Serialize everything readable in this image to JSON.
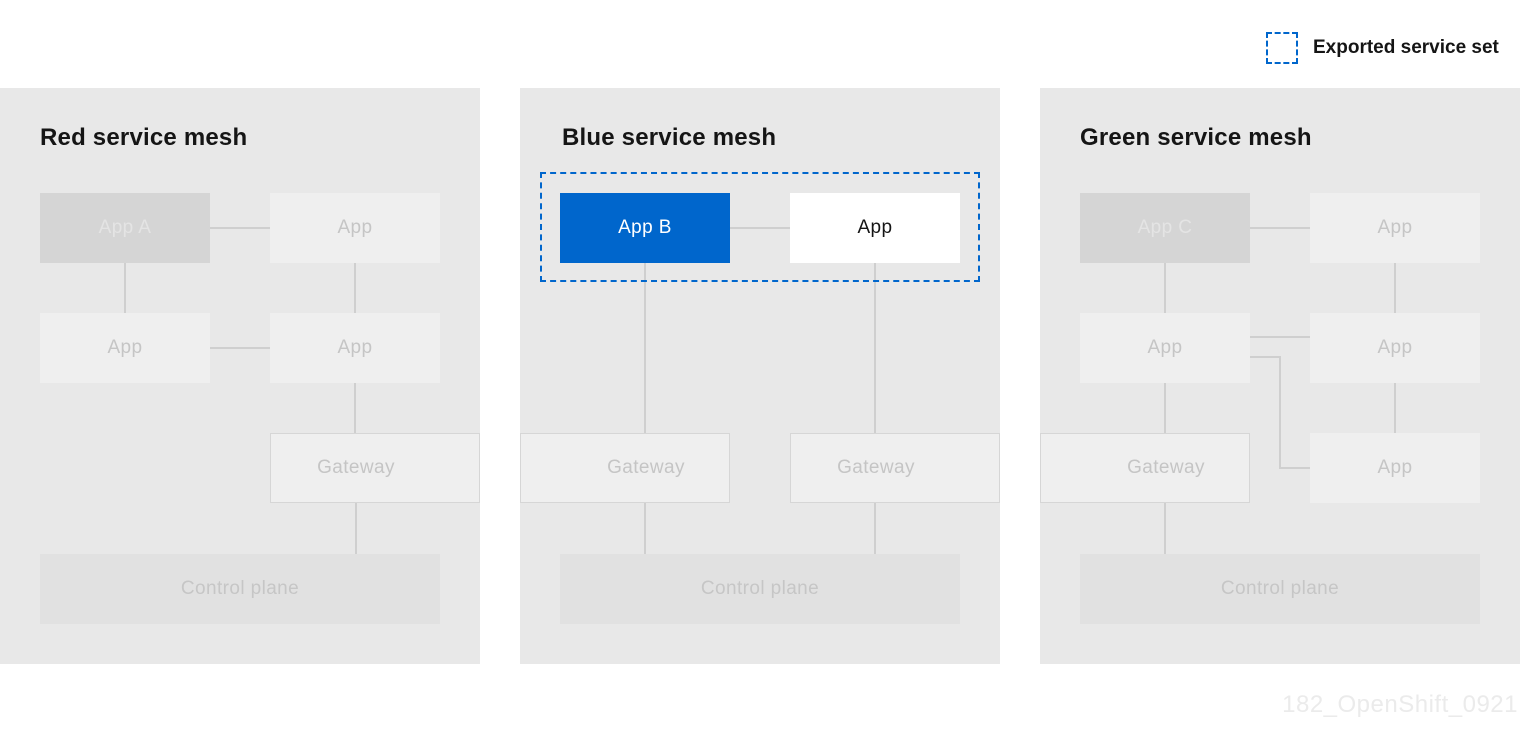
{
  "legend": {
    "label": "Exported service set",
    "swatch_style": "dashed-blue-outline"
  },
  "meshes": {
    "red": {
      "title": "Red service mesh",
      "nodes": {
        "app_a": "App A",
        "app_top_right": "App",
        "app_mid_left": "App",
        "app_mid_right": "App",
        "gateway": "Gateway",
        "control_plane": "Control plane"
      }
    },
    "blue": {
      "title": "Blue service mesh",
      "nodes": {
        "app_b": "App B",
        "app_exported": "App",
        "gateway_left": "Gateway",
        "gateway_right": "Gateway",
        "control_plane": "Control plane"
      }
    },
    "green": {
      "title": "Green service mesh",
      "nodes": {
        "app_c": "App C",
        "app_top_right": "App",
        "app_mid_left": "App",
        "app_mid_right": "App",
        "app_bottom_right": "App",
        "gateway": "Gateway",
        "control_plane": "Control plane"
      }
    }
  },
  "watermark": "182_OpenShift_0921",
  "colors": {
    "accent_blue": "#0066cc",
    "panel_background": "#e8e8e8",
    "node_highlight_dark": "#d5d5d5",
    "node_light": "#efefef",
    "node_white": "#ffffff",
    "control_plane_fill": "#e1e1e1",
    "connector": "#cfcfcf",
    "title_text": "#151515",
    "muted_text": "#c5c5c5",
    "watermark_text": "#ebebeb"
  }
}
